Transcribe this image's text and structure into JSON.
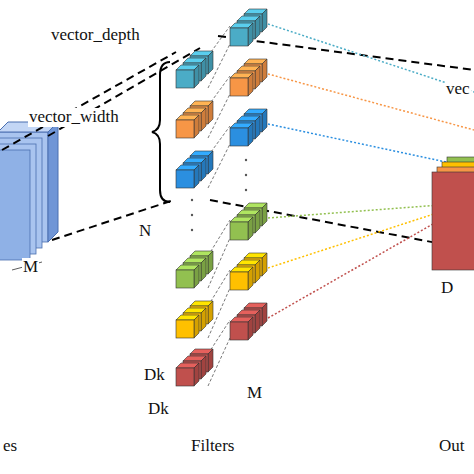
{
  "diagram": {
    "labels": [
      "vector_depth",
      "vec",
      "vector_width",
      "N",
      "M",
      "Dk",
      "Dk",
      "M",
      "D",
      "es",
      "Filters",
      "Out"
    ]
  }
}
